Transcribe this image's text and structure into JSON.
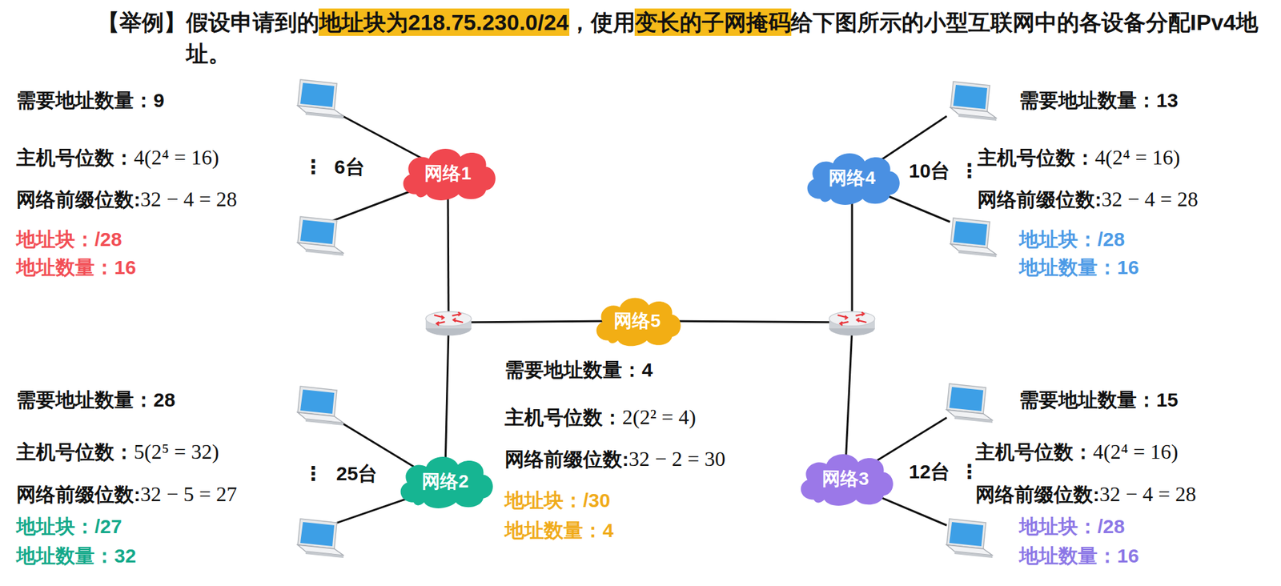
{
  "diagram": {
    "title": "【举例】假设申请到的地址块为218.75.230.0/24，使用变长的子网掩码给下图所示的小型互联网中的各设备分配IPv4地址。",
    "nodes": [
      {
        "text": [
          "网络1"
        ]
      },
      {
        "text": [
          "网络4"
        ]
      },
      {
        "text": [
          "网络5"
        ]
      },
      {
        "text": [
          "网络2"
        ]
      },
      {
        "text": [
          "网络3"
        ]
      }
    ],
    "labels": [
      "需要地址数量：9",
      "主机号位数：",
      "4(2⁴ = 16)",
      "⋮",
      "6台",
      "网络前缀位数:",
      "32 − 4 = 28",
      "地址块：/28",
      "地址数量：16",
      "需要地址数量：13",
      "10台",
      "⋮",
      "主机号位数：",
      "4(2⁴ = 16)",
      "网络前缀位数:",
      "32 − 4 = 28",
      "地址块：/28",
      "地址数量：16",
      "需要地址数量：4",
      "主机号位数：",
      "2(2² = 4)",
      "网络前缀位数:",
      "32 − 2 = 30",
      "地址块：/30",
      "地址数量：4",
      "需要地址数量：28",
      "主机号位数：",
      "5(2⁵ = 32)",
      "⋮",
      "25台",
      "网络前缀位数:",
      "32 − 5 = 27",
      "地址块：/27",
      "地址数量：32",
      "需要地址数量：15",
      "主机号位数：",
      "4(2⁴ = 16)",
      "12台",
      "⋮",
      "网络前缀位数:",
      "32 − 4 = 28",
      "地址块：/28",
      "地址数量：16"
    ]
  }
}
